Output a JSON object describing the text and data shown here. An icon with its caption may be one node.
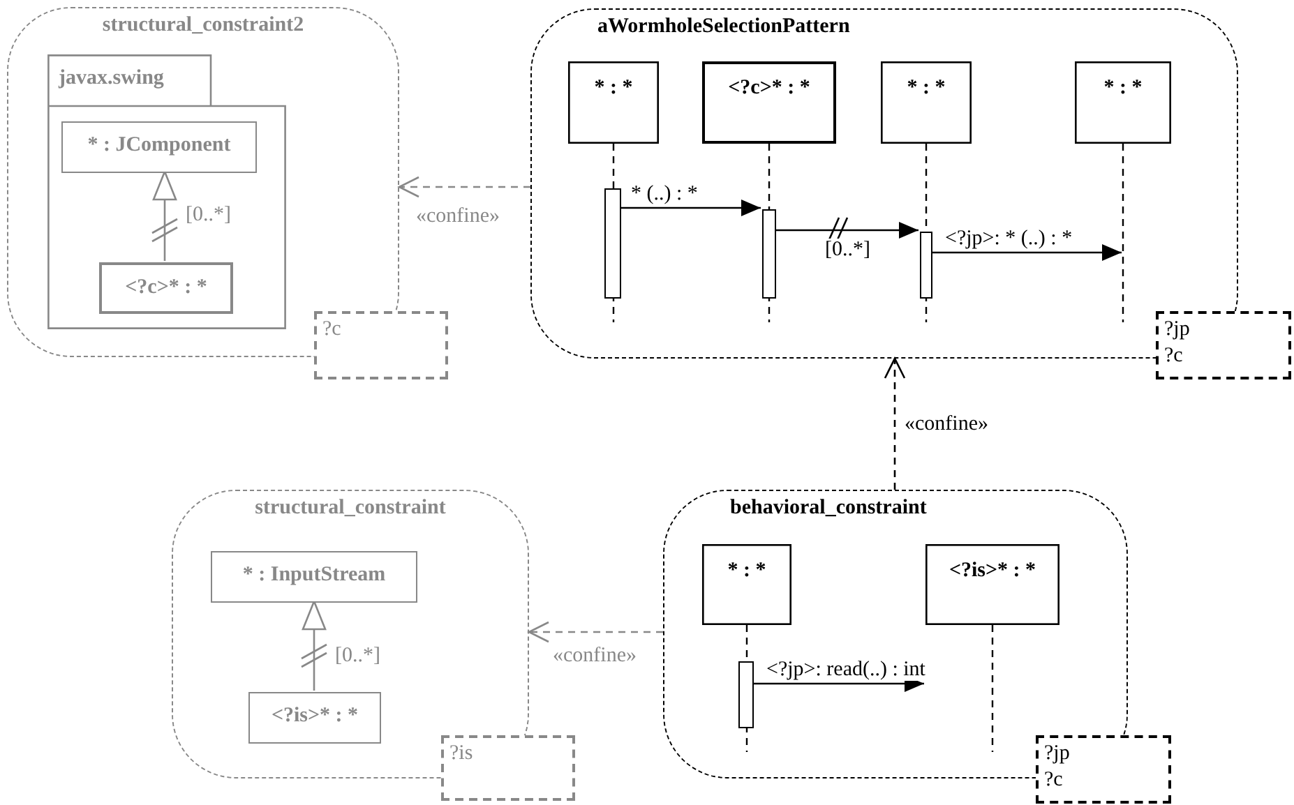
{
  "diagram": {
    "nodes": [
      {
        "text": [
          "structural_constraint2"
        ]
      },
      {
        "text": [
          "javax.swing"
        ],
        "in": 0
      },
      {
        "text": [
          "* : JComponent"
        ],
        "in": 1
      },
      {
        "text": [
          "<?c>* : *"
        ],
        "in": 1
      },
      {
        "text": [
          "?c"
        ]
      },
      {
        "text": [
          "aWormholeSelectionPattern"
        ]
      },
      {
        "text": [
          "* : *"
        ],
        "in": 5
      },
      {
        "text": [
          "<?c>* : *"
        ],
        "in": 5
      },
      {
        "text": [
          "* : *"
        ],
        "in": 5
      },
      {
        "text": [
          "* : *"
        ],
        "in": 5
      },
      {
        "text": [],
        "shape": "bar",
        "in": 6
      },
      {
        "text": [],
        "shape": "bar",
        "in": 7
      },
      {
        "text": [],
        "shape": "bar",
        "in": 8
      },
      {
        "text": [
          "?jp",
          "?c"
        ]
      },
      {
        "text": [
          "behavioral_constraint"
        ]
      },
      {
        "text": [
          "* : *"
        ],
        "in": 14
      },
      {
        "text": [
          "<?is>* : *"
        ],
        "in": 14
      },
      {
        "text": [],
        "shape": "bar",
        "in": 15
      },
      {
        "text": [
          "?jp",
          "?c"
        ]
      },
      {
        "text": [
          "structural_constraint"
        ]
      },
      {
        "text": [
          "* : InputStream"
        ],
        "in": 19
      },
      {
        "text": [
          "<?is>* : *"
        ],
        "in": 19
      },
      {
        "text": [
          "?is"
        ]
      }
    ],
    "edges": [
      {
        "from": 3,
        "to": 2,
        "arrow": "to",
        "label": "[0..*]",
        "color": "#888888"
      },
      {
        "from": 5,
        "to": 0,
        "arrow": "to",
        "label": "«confine»",
        "style": "dashed",
        "color": "#888888"
      },
      {
        "from": 10,
        "to": 11,
        "arrow": "to",
        "label": "* (..) : *"
      },
      {
        "from": 11,
        "to": 12,
        "arrow": "to",
        "label": "[0..*]"
      },
      {
        "from": 12,
        "to": 9,
        "arrow": "to",
        "label": "<?jp>: * (..) : *"
      },
      {
        "from": 14,
        "to": 5,
        "arrow": "to",
        "label": "«confine»",
        "style": "dashed"
      },
      {
        "from": 17,
        "to": 16,
        "arrow": "to",
        "label": "<?jp>: read(..) : int"
      },
      {
        "from": 14,
        "to": 19,
        "arrow": "to",
        "label": "«confine»",
        "style": "dashed",
        "color": "#888888"
      },
      {
        "from": 21,
        "to": 20,
        "arrow": "to",
        "label": "[0..*]",
        "color": "#888888"
      }
    ]
  }
}
